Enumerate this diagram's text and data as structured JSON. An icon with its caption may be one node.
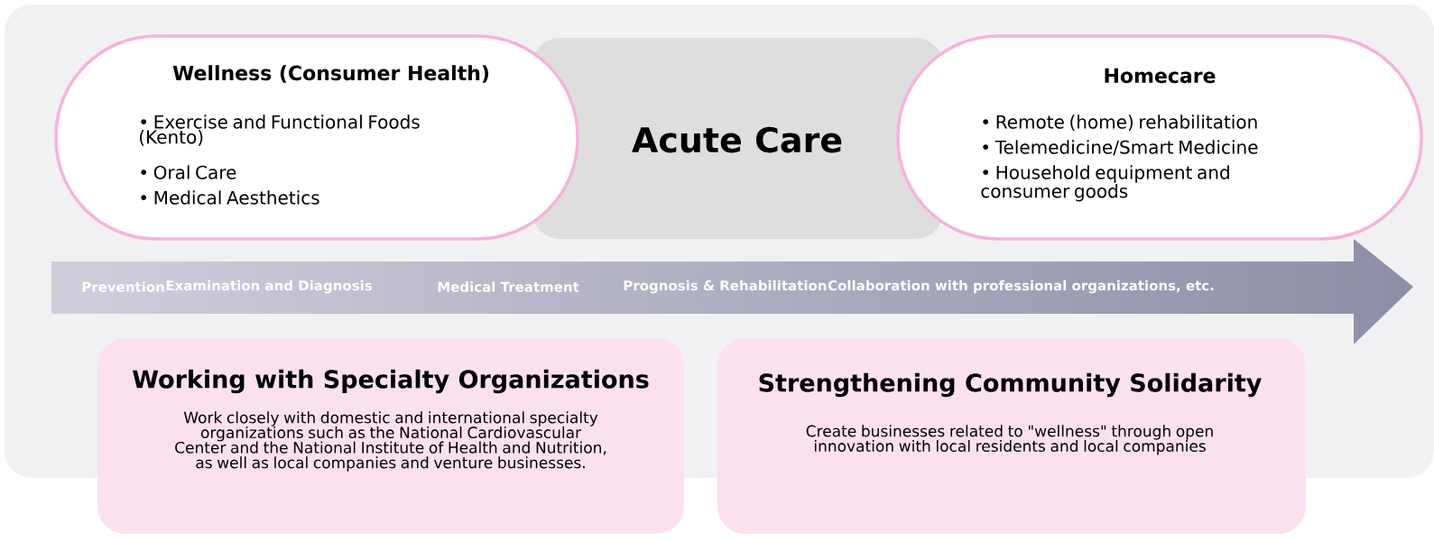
{
  "diagram": {
    "nodes": [
      {
        "text": [
          "Wellness (Consumer Health)",
          "• Exercise and Functional Foods (Kento)",
          "• Oral Care",
          "• Medical Aesthetics"
        ]
      },
      {
        "text": [
          "Acute Care"
        ]
      },
      {
        "text": [
          "Homecare",
          "• Remote (home) rehabilitation",
          "• Telemedicine/Smart Medicine",
          "• Household equipment and consumer goods"
        ]
      },
      {
        "text": [
          "Prevention",
          "Examination and Diagnosis",
          "Medical Treatment",
          "Prognosis & Rehabilitation",
          "Collaboration with professional organizations, etc."
        ]
      },
      {
        "text": [
          "Working with Specialty Organizations",
          "Work closely with domestic and international specialty organizations such as the National Cardiovascular Center and the National Institute of Health and Nutrition, as well as local companies and venture businesses."
        ]
      },
      {
        "text": [
          "Strengthening Community Solidarity",
          "Create businesses related to \"wellness\" through open innovation with local residents and local companies"
        ]
      }
    ]
  }
}
